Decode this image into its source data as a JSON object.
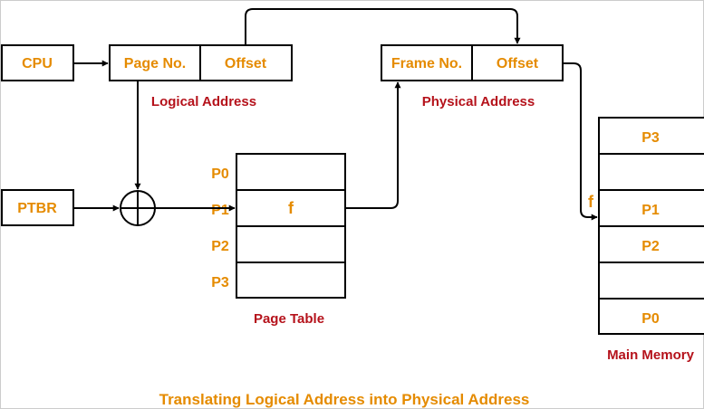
{
  "nodes": {
    "cpu": "CPU",
    "ptbr": "PTBR"
  },
  "logical_address": {
    "page_no": "Page No.",
    "offset": "Offset",
    "caption": "Logical Address"
  },
  "physical_address": {
    "frame_no": "Frame No.",
    "offset": "Offset",
    "caption": "Physical Address"
  },
  "page_table": {
    "caption": "Page Table",
    "rows": [
      {
        "label": "P0",
        "value": ""
      },
      {
        "label": "P1",
        "value": "f"
      },
      {
        "label": "P2",
        "value": ""
      },
      {
        "label": "P3",
        "value": ""
      }
    ]
  },
  "main_memory": {
    "caption": "Main Memory",
    "frame_marker": "f",
    "cells": [
      "P3",
      "",
      "P1",
      "P2",
      "",
      "P0"
    ]
  },
  "caption": "Translating Logical Address into Physical Address",
  "colors": {
    "label_orange": "#e58b00",
    "caption_red": "#b5121b"
  }
}
